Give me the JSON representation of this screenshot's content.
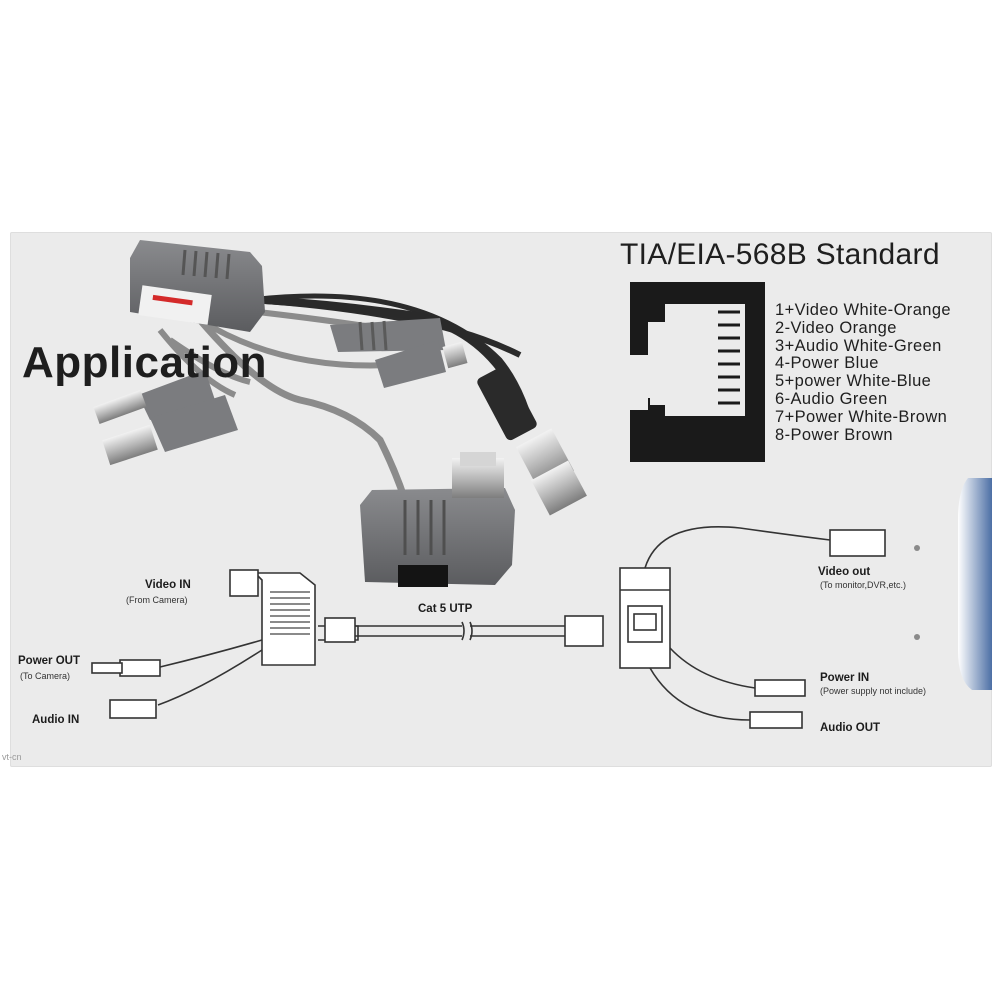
{
  "heading": "Application",
  "standard_title": "TIA/EIA-568B Standard",
  "pinout": [
    "1+Video  White-Orange",
    "2-Video  Orange",
    "3+Audio  White-Green",
    "4-Power  Blue",
    "5+power  White-Blue",
    "6-Audio  Green",
    "7+Power  White-Brown",
    "8-Power  Brown"
  ],
  "left_unit": {
    "video_in": "Video IN",
    "video_in_note": "(From Camera)",
    "power_out": "Power OUT",
    "power_out_note": "(To Camera)",
    "audio_in": "Audio IN"
  },
  "cable_label": "Cat 5 UTP",
  "right_unit": {
    "video_out": "Video out",
    "video_out_note": "(To monitor,DVR,etc.)",
    "power_in": "Power IN",
    "power_in_note": "(Power supply not include)",
    "audio_out": "Audio OUT"
  },
  "watermark": "vt-cn",
  "colors": {
    "card": "#ebebeb",
    "product_gray": "#6e6f72",
    "cable_gray": "#8a8a8a",
    "connector_metal": "#c9c9c9",
    "ink": "#1e1e1e"
  }
}
